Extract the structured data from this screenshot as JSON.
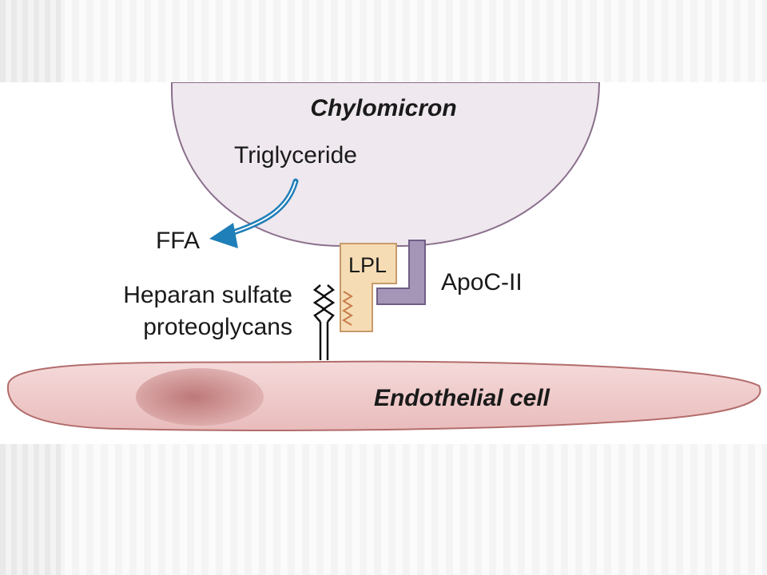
{
  "diagram": {
    "labels": {
      "chylomicron": "Chylomicron",
      "triglyceride": "Triglyceride",
      "ffa": "FFA",
      "lpl": "LPL",
      "apoc2": "ApoC-II",
      "heparan_line1": "Heparan sulfate",
      "heparan_line2": "proteoglycans",
      "endothelial": "Endothelial cell"
    },
    "colors": {
      "chylomicron_fill": "#efe8ee",
      "chylomicron_stroke": "#8a6f8c",
      "arrow": "#1f7fb8",
      "lpl_fill": "#f6dcb4",
      "lpl_stroke": "#c79a6a",
      "apoc2_fill": "#a596b8",
      "apoc2_stroke": "#6f5e86",
      "cell_fill": "#f0cccc",
      "cell_stroke": "#b36c6c",
      "nucleus": "#c98888"
    }
  }
}
